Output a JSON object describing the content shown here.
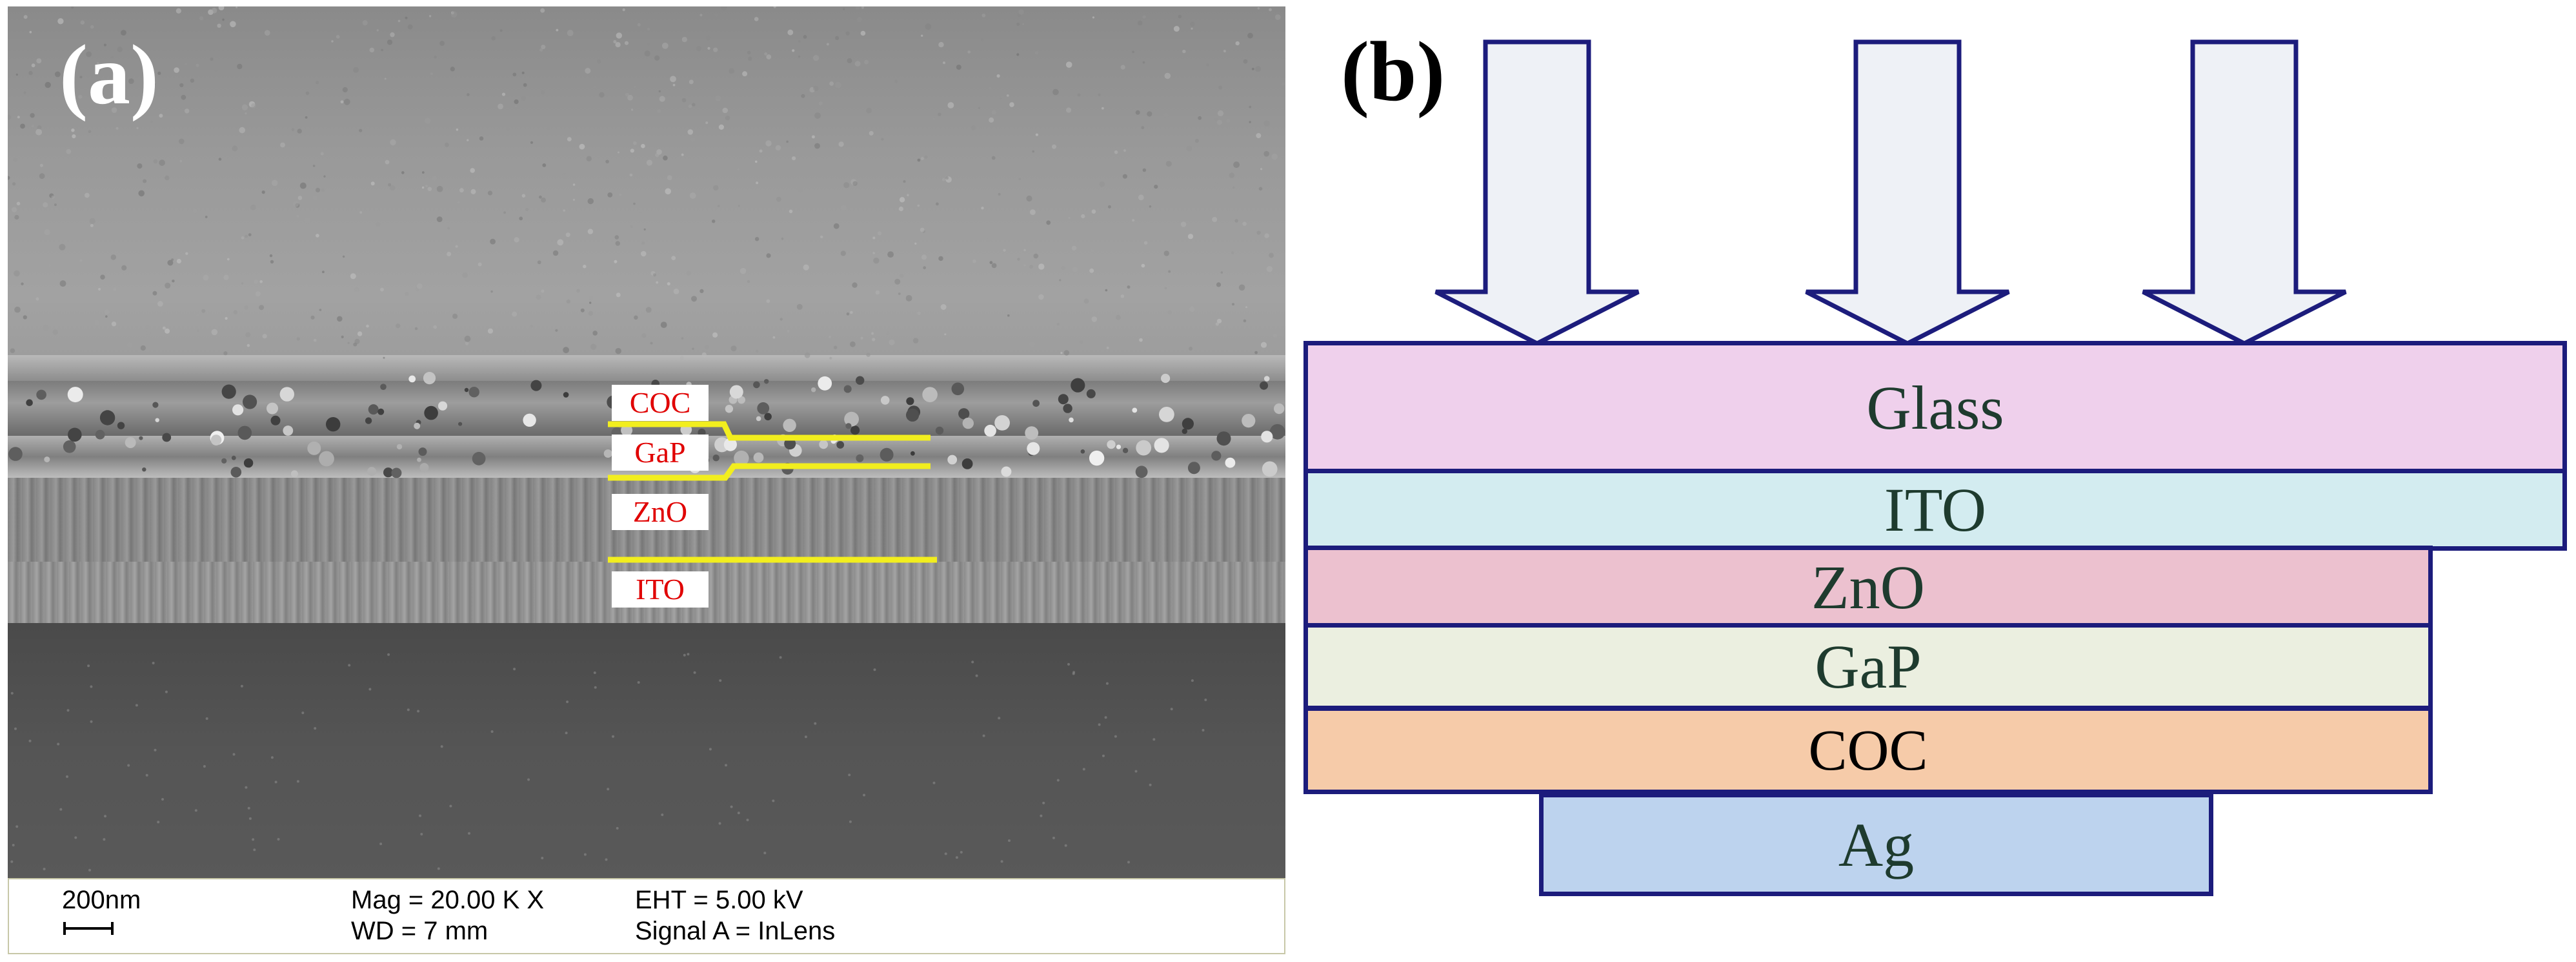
{
  "panel_a": {
    "label": "(a)",
    "layer_tags": {
      "coc": "COC",
      "gap": "GaP",
      "zno": "ZnO",
      "ito": "ITO"
    },
    "info_bar": {
      "scale_label": "200nm",
      "mag": "Mag =  20.00 K X",
      "wd": "WD =     7 mm",
      "eht": "EHT =  5.00 kV",
      "signal": "Signal A = InLens"
    },
    "colors": {
      "tag_text": "#e00000",
      "marker_lines": "#f2ee1e"
    }
  },
  "panel_b": {
    "label": "(b)",
    "incident_arrow_count": 3,
    "layers": {
      "glass": "Glass",
      "ito": "ITO",
      "zno": "ZnO",
      "gap": "GaP",
      "coc": "COC",
      "ag": "Ag"
    },
    "colors": {
      "outline": "#1c1c7c",
      "arrow_fill": "#eef1f6",
      "glass": "#efd0ec",
      "ito": "#d3ecf0",
      "zno": "#ecc1cf",
      "gap": "#ebefe0",
      "coc": "#f6cba9",
      "ag": "#bdd3ee"
    }
  }
}
